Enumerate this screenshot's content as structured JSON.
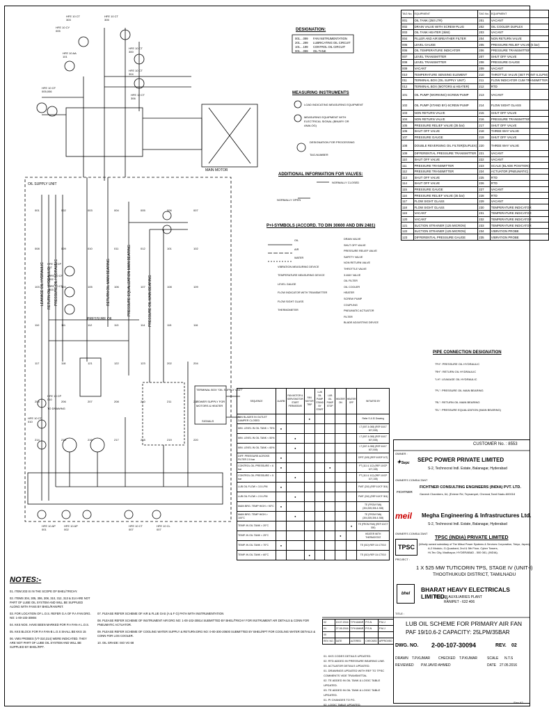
{
  "designation": {
    "title": "DESIGNATION:",
    "rows": [
      {
        "code": "001....099",
        "text": "FAN INSTRUMENTATION"
      },
      {
        "code": "201....299",
        "text": "LUBRICATING OIL CIRCUIT"
      },
      {
        "code": "101....199",
        "text": "CONTROL OIL CIRCUIT"
      },
      {
        "code": "001....099",
        "text": "OIL TANK"
      }
    ]
  },
  "measuring": {
    "title": "MEASURING INSTRUMENTS",
    "items": [
      "LOAD INDICATING MEASURING EQUIPMENT",
      "MEASURING EQUIPMENT WITH ELECTRICAL SIGNAL (BINARY OR ANALOG)",
      "DESIGNATION FOR PROCESSING",
      "TAG-NUMBER"
    ]
  },
  "additional": {
    "title": "ADDITIONAL INFORMATION FOR VALVES:",
    "open": "NORMALLY OPEN",
    "closed": "NORMALLY CLOSED"
  },
  "pid_symbols": {
    "title": "P+I-SYMBOLS (ACCORD. TO DIN 30600 AND DIN 2481)",
    "left": [
      "OIL",
      "AIR",
      "WATER",
      "VIBRATION MEASURING DEVICE",
      "TEMPERATURE MEASURING DEVICE",
      "LEVEL GAUGE",
      "FLOW INDICATOR WITH TRANSMITTER",
      "FLOW SIGHT GLASS",
      "THERMOMETER"
    ],
    "right": [
      "DRAIN VALVE",
      "SHUT OFF VALVE",
      "PRESSURE RELIEF VALVE",
      "SAFETY VALVE",
      "NON RETURN VALVE",
      "THROTTLE VALVE",
      "3-WAY VALVE",
      "OIL FILTER",
      "OIL COOLER",
      "HEATER",
      "SCREW PUMP",
      "COUPLING",
      "PNEUMATIC ACTUATOR",
      "FILTER",
      "BLADE ADJUSTING DEVICE"
    ]
  },
  "pipe": {
    "title": "PIPE CONNECTION DESIGNATION",
    "items": [
      "\"PH\": PRESSURE OIL HYDRAULIC",
      "\"RH\": RETURN OIL HYDRAULIC",
      "\"LH\": LEAKAGE OIL HYDRAULIC",
      "\"PL\": PRESSURE OIL MAIN BEARING",
      "\"RL\": RETURN OIL MAIN BEARING",
      "\"EL\": PRESSURE EQUALIZATION (MAIN BEARING)"
    ]
  },
  "tags": {
    "header_tag": "TAG No.",
    "header_eq": "EQUIPMENT",
    "left": [
      [
        "001",
        "OIL TANK (250 LTR)"
      ],
      [
        "002",
        "DRAIN VALVE WITH SCREW PLUG"
      ],
      [
        "003",
        "OIL TANK HEATER (3kW)"
      ],
      [
        "004",
        "FILLER AND AIR BREATHER FILTER"
      ],
      [
        "005",
        "LEVEL GAUGE"
      ],
      [
        "006",
        "OIL TEMPERATURE INDICATOR"
      ],
      [
        "007",
        "LEVEL TRANSMITTER"
      ],
      [
        "008",
        "LEVEL TRANSMITTER"
      ],
      [
        "009",
        "VACANT"
      ],
      [
        "010",
        "TEMPERATURE SENSING ELEMENT"
      ],
      [
        "011",
        "TERMINAL BOX (OIL SUPPLY UNIT)"
      ],
      [
        "012",
        "TERMINAL BOX (MOTORS & HEATER)"
      ],
      [
        "101",
        "OIL PUMP (WORKING)-SCREW PUMP"
      ],
      [
        "102",
        "OIL PUMP (STAND BY)-SCREW PUMP"
      ],
      [
        "103",
        "NON RETURN VALVE"
      ],
      [
        "104",
        "NON RETURN VALVE"
      ],
      [
        "105",
        "PRESSURE RELIEF VALVE (35 bar)"
      ],
      [
        "106",
        "SHUT OFF VALVE"
      ],
      [
        "107",
        "PRESSURE GAUGE"
      ],
      [
        "108",
        "DOUBLE REVERSING OIL FILTER(DUPLEX)"
      ],
      [
        "109",
        "DIFFERENTIAL PRESSURE TRANSMITTER"
      ],
      [
        "110",
        "SHUT OFF VALVE"
      ],
      [
        "111",
        "PRESSURE TRANSMITTER"
      ],
      [
        "112",
        "PRESSURE TRANSMITTER"
      ],
      [
        "113",
        "SHUT OFF VALVE"
      ],
      [
        "114",
        "SHUT OFF VALVE"
      ],
      [
        "115",
        "PRESSURE GAUGE"
      ],
      [
        "116",
        "PRESSURE RELIEF VALVE (35 bar)"
      ],
      [
        "117",
        "FLOW SIGHT GLASS"
      ],
      [
        "118",
        "FLOW SIGHT GLASS"
      ],
      [
        "119",
        "VACANT"
      ],
      [
        "120",
        "VACANT"
      ],
      [
        "121",
        "SUCTION STRAINER (125 MICRON)"
      ],
      [
        "122",
        "SUCTION STRAINER (125 MICRON)"
      ],
      [
        "123",
        "DIFFERENTIAL PRESSURE GAUGE"
      ]
    ],
    "right": [
      [
        "201",
        "VACANT"
      ],
      [
        "202",
        "OIL COOLER DUPLEX"
      ],
      [
        "203",
        "VACANT"
      ],
      [
        "204",
        "NON RETURN VALVE"
      ],
      [
        "205",
        "PRESSURE RELIEF VALVE (5 bar)"
      ],
      [
        "206",
        "PRESSURE TRANSMITTER"
      ],
      [
        "207",
        "SHUT OFF VALVE"
      ],
      [
        "208",
        "PRESSURE GAUGE"
      ],
      [
        "209",
        "VACANT"
      ],
      [
        "210",
        "THROTTLE VALVE (SET POINT 6.2LPM)"
      ],
      [
        "211",
        "FLOW INDICATOR CUM TRANSMITTER"
      ],
      [
        "212",
        "RTD"
      ],
      [
        "213",
        "VACANT"
      ],
      [
        "214",
        "FLOW SIGHT GLASS"
      ],
      [
        "215",
        "SHUT OFF VALVE"
      ],
      [
        "216",
        "PRESSURE TRANSMITTER"
      ],
      [
        "217",
        "SHUT OFF VALVE"
      ],
      [
        "218",
        "THREE WAY VALVE"
      ],
      [
        "219",
        "SHUT OFF VALVE"
      ],
      [
        "220",
        "THREE WAY VALVE"
      ],
      [
        "221",
        "VACANT"
      ],
      [
        "222",
        "VACANT"
      ],
      [
        "223",
        "SCALE (BLADE POSITION)"
      ],
      [
        "224",
        "ACTUATOR (PNEUMATIC)"
      ],
      [
        "225",
        "RTD"
      ],
      [
        "226",
        "RTD"
      ],
      [
        "227",
        "VACANT"
      ],
      [
        "228",
        "RTD"
      ],
      [
        "229",
        "VACANT"
      ],
      [
        "230",
        "TEMPERATURE INDICATOR"
      ],
      [
        "231",
        "TEMPERATURE INDICATOR"
      ],
      [
        "232",
        "TEMPERATURE INDICATOR"
      ],
      [
        "233",
        "TEMPERATURE INDICATOR"
      ],
      [
        "234",
        "VIBRATION PROBE"
      ],
      [
        "235",
        "VIBRATION PROBE"
      ]
    ]
  },
  "sequence": {
    "header": [
      "SEQUENCE",
      "ALARM",
      "FAN MOTOR & SERVOMOTOR START PERMISSIVE",
      "FAN MOTOR TRIP",
      "LUB OIL PUMP STAND BY START",
      "LUB OIL PUMP STOP",
      "HEATER ON",
      "HEATER OFF",
      "INITIATED BY"
    ],
    "signal_label": "SIGNAL",
    "rows": [
      [
        "FAN BLADES IN OUTLET DAMPER CLOSED",
        "Refer S & ID Drawing"
      ],
      [
        "MIN. LEVEL IN OIL TANK < 75%",
        "LT (007 & 008) (REF:10/LT 007,008)"
      ],
      [
        "MIN. LEVEL IN OIL TANK < 50%",
        "LT (007 & 008) (REF:10/LT 007,008)"
      ],
      [
        "MIN. LEVEL IN OIL TANK < 60%",
        "LT (007 & 008) (REF:10/LT 007,008)"
      ],
      [
        "DIFF. PRESSURE ACROSS FILTER 2.5 bar",
        "DPIT (109) (REF:10/DP 107)"
      ],
      [
        "CONTROL OIL PRESSURE < 6 bar",
        "PT (111 & 112) (REF:10/CP 107,108)"
      ],
      [
        "CONTROL OIL PRESSURE < 5 bar",
        "PT (111 & 112) (REF:10/CP 107,108)"
      ],
      [
        "LUB OIL FLOW < 3.5 LPM",
        "FMIT (210) (REF:10/CF 304)"
      ],
      [
        "LUB OIL FLOW < 2.5 LPM",
        "FMIT (210) (REF:10/CF 304)"
      ],
      [
        "MAIN BRG. TEMP HIGH > 90°C",
        "TE (FROM FAN) (304,305,306 & 308)"
      ],
      [
        "MAIN BRG. TEMP HIGH > 100°C",
        "TE (FROM FAN) (304,305,306 & 308)"
      ],
      [
        "TEMP. IN OIL TANK > 20°C",
        "TE (FROM FAN) (REF:10/CT 300)"
      ],
      [
        "TEMP. IN OIL TANK < 25°C",
        "HEATER WITH THERMOSTAT"
      ],
      [
        "TEMP. IN OIL TANK > 70°C",
        "TE (010) REF:10/-CT010"
      ],
      [
        "TEMP. IN OIL TANK > 60°C",
        "TE (010) REF:10/-CT010"
      ]
    ]
  },
  "notes": {
    "title": "NOTES:-",
    "items": [
      "01. ITEM 203 IS IN THE SCOPE OF BHEL/TRICHY.",
      "02. ITEMS 304, 305, 306, 308, 310, 312, 313 & 314 ARE NOT PART OF LUBE OIL SYSTEM AND WILL BE SUPPLIED ALONG WITH FANS BY BHEL/RANIPET.",
      "03. FOR LOCATION OF L.O.S. REFER G.A OF P.A FAN DRG. NO: 1-00-103-30804",
      "04. KKS NOS. HAVE BEEN MARKED FOR P.A FAN-A L.O.S.",
      "05. KKS BLOCK FOR P.A FAN-B L.O.S SHALL BE KKS 15",
      "06. VMS PROBES (VT-310,314) WERE INDICATED. THEY ARE NOT PART OF LUBE OIL SYSTEM AND WILL BE SUPPLIED BY BHEL/RPT.",
      "07. PLEASE REFER SCHEME OF AIR & FLUE GAS (A & F G) PATH WITH INSTRUMENTATION",
      "08. PLEASE REFER SCHEME OF INSTRUMENT AIR DRG NO: 1-00-102-30814 SUBMITTED BY BHEL/TRICHY FOR INSTRUMENT AIR DETAILS & CONN FOR PNEUMATIC ACTUATOR.",
      "09. PLEASE REFER SCHEME OF COOLING WATER SUPPLY & RETURN DRG NO: 0-00-300-20600 SUBMITTED BY BHEL/RPT FOR COOLING WATER DETAILS & CONN FOR LOS COOLER.",
      "10. OIL GRADE: ISO VG 68"
    ]
  },
  "revision": {
    "header": [
      "REV. NO.",
      "DATE",
      "ALTERED",
      "CHECKED",
      "APPROVED"
    ],
    "rows": [
      {
        "rev": "02",
        "date": "19.07.2016",
        "alt": "T.P.KUMAR",
        "chk": "P.S.N",
        "app": "P.M.J",
        "desc": [
          "01. KKS CODES DETAILS UPDATED.",
          "02. RTD ADDED IN PRESSURE BEARING LINE.",
          "03. ACTUATOR DETAILS UPDATED."
        ]
      },
      {
        "rev": "01",
        "date": "27.05.2016",
        "alt": "T.P.KUMAR",
        "chk": "P.S.N",
        "app": "P.M.J",
        "desc": [
          "01. DRAWINGS UPDATED WITH REF TO TPSC COMMENTS VIDE TRANSMITTAL",
          "02. TE ADDED IN OIL TANK & LOGIC TABLE UPDATED.",
          "03. TE ADDED IN OIL TANK & LOGIC TABLE UPDATED."
        ]
      },
      {
        "rev": "00",
        "date": "",
        "alt": "",
        "chk": "",
        "app": "",
        "desc": [
          "01. PI CHANGES TO FG.",
          "02. LOGIC TABLE UPDATED."
        ]
      }
    ]
  },
  "title_block": {
    "customer_label": "CUSTOMER No. :",
    "customer_no": "8553",
    "owner_label": "OWNER :",
    "owner_name": "SEPC POWER PRIVATE LIMITED",
    "owner_addr": "S-2, Technocrat Indl. Estate, Balanagar, Hyderabad",
    "owners_consultant_label": "OWNER'S CONSULTANT",
    "consultant_name": "FICHTNER CONSULTING ENGINEERS (INDIA) PVT. LTD.",
    "consultant_addr": "Ganesh Chambers, 64, (Extene Rd, Teynampet, Chennai,Tamil Nadu-600018",
    "fichtner_logo": "FICHTNER",
    "contractor_name": "Megha Engineering & Infrastructures Ltd.",
    "contractor_addr": "S-2, Technocrat Indl. Estate, Balanagar, Hyderabad",
    "meil_logo": "meil",
    "epc_consultant_label": "OWNER'S CONSULTANT",
    "tpsc_name": "TPSC (INDIA) PRIVATE LIMITED",
    "tpsc_line1": "(Wholly owned subsidiary of The Mitsui Power Systems & Services Corporation, Tokyo, Japan)",
    "tpsc_line2": "A-2 Modulo, G-Quadrant, 2nd & 5th Floor, Cyber Towers,",
    "tpsc_line3": "Hi-Tec City, Madhapur, HYDERABAD - 500 081, (INDIA).",
    "tpsc_logo": "TPSC",
    "project_label": "PROJECT :",
    "project_line1": "1 X 525 MW TUTICORIN TPS, STAGE IV (UNIT-I)",
    "project_line2": "THOOTHUKUDI DISTRICT, TAMILNADU",
    "bhel_name": "BHARAT HEAVY ELECTRICALS LIMITED.,",
    "bhel_unit": "BOILER AUXILIARIES PLANT",
    "bhel_city": "RANIPET - 632 406",
    "title_label": "TITLE :",
    "title_line1": "LUB OIL SCHEME FOR PRIMARY AIR FAN",
    "title_line2": "PAF 19/10.6-2   CAPACITY: 25LPM/35BAR",
    "dwg_label": "DWG. NO.",
    "dwg_no": "2-00-107-30094",
    "rev_label": "REV.",
    "rev_no": "02",
    "drawn_label": "DRAWN",
    "drawn_by": "T.P.KUMAR",
    "checked_label": "CHECKED",
    "checked_by": "T.P.KUMAR",
    "scale_label": "SCALE",
    "scale": "N.T.S",
    "reviewed_label": "REVIEWED",
    "reviewed_by": "P.M.JAVID AHMED",
    "date_label": "DATE",
    "date": "27.05.2016",
    "sheet": "Size A2"
  },
  "diagram_labels": {
    "oil_supply_unit": "OIL SUPPLY UNIT",
    "main_motor": "MAIN MOTOR",
    "pressure_oil": "PRESSURE OIL",
    "leakage_oil_hydraulic": "LEAKAGE OIL HYDRAULIC",
    "return_oil_hydraulic": "RETURN OIL HYDRAULIC",
    "pressure_oil_hydraulic": "PRESSURE OIL HYDRAULIC",
    "return_oil_main_bearing": "RETURN OIL MAIN BEARING",
    "pressure_equalization": "PRESSURE EQUALIZATION MAIN BEARING",
    "pressure_oil_main_bearing": "PRESSURE OIL MAIN BEARING",
    "terminal_box_oil": "TERMINAL BOX \"OIL SUPPLY UNIT\"",
    "power_supply": "POWER SUPPLY FOR MOTORS & HEATER",
    "signals": "SIGNALS",
    "tags": [
      "HFE 10 CT 303",
      "HFE 10 CT 305",
      "HFE 10 CY 005",
      "HFE 10 AA 101",
      "HFE 10 CT 300",
      "HFE 10 CT 304",
      "HFE 10 CF 005,006",
      "HFE 10 CT 306",
      "HFE 10 CP 307",
      "HFE 10 CF 302",
      "HFE 10 CT 303",
      "HFE 10 CP 010",
      "HFE 10 AP 001",
      "HFE 10 AP 002",
      "HFE 10 CT 007",
      "HFE 10 CL 007",
      "HFE 10 CT 010"
    ],
    "pipe_nums": [
      "001",
      "002",
      "003",
      "004",
      "005",
      "006",
      "007",
      "008",
      "009",
      "010",
      "011",
      "012",
      "101",
      "102",
      "103",
      "104",
      "105",
      "106",
      "107",
      "108",
      "109",
      "110",
      "111",
      "112",
      "113",
      "114",
      "115",
      "116",
      "117",
      "118",
      "121",
      "122",
      "123",
      "202",
      "204",
      "205",
      "206",
      "207",
      "208",
      "210",
      "211",
      "212",
      "214",
      "215",
      "216",
      "217",
      "218",
      "219",
      "220"
    ],
    "to_drawing": "TO DRAWING"
  }
}
